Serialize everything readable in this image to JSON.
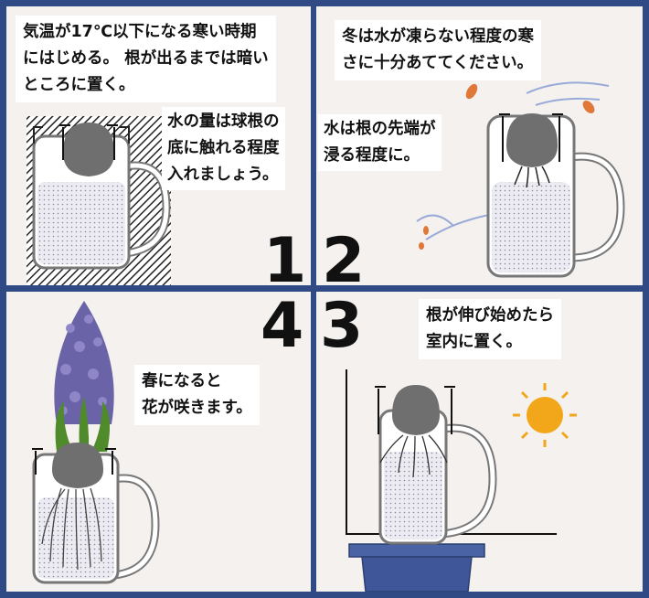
{
  "steps": [
    {
      "number": "1",
      "caption_lines": [
        "気温が17℃以下になる寒い時期",
        "にはじめる。 根が出るまでは暗い",
        "ところに置く。"
      ],
      "note_lines": [
        "水の量は球根の",
        "底に触れる程度",
        "入れましょう。"
      ]
    },
    {
      "number": "2",
      "caption_lines": [
        "冬は水が凍らない程度の寒",
        "さに十分あててください。"
      ],
      "note_lines": [
        "水は根の先端が",
        "浸る程度に。"
      ]
    },
    {
      "number": "3",
      "caption_lines": [
        "根が伸び始めたら",
        "室内に置く。"
      ]
    },
    {
      "number": "4",
      "caption_lines": [
        "春になると",
        "花が咲きます。"
      ]
    }
  ],
  "colors": {
    "border": "#2f4a85",
    "panel_bg": "#f4f1ee",
    "water": "#e6e6ee",
    "bulb": "#777777",
    "flower": "#6b63a8",
    "leaf": "#4f8a2b",
    "sun": "#f2a71b",
    "pot": "#4a63a5",
    "leaf_fall": "#e0783a"
  },
  "icons": [
    "shade-hatch",
    "jar-icon",
    "bulb-icon",
    "roots-icon",
    "wind-lines",
    "falling-leaves",
    "sun-icon",
    "hyacinth-flower",
    "pot-icon",
    "window-frame"
  ]
}
